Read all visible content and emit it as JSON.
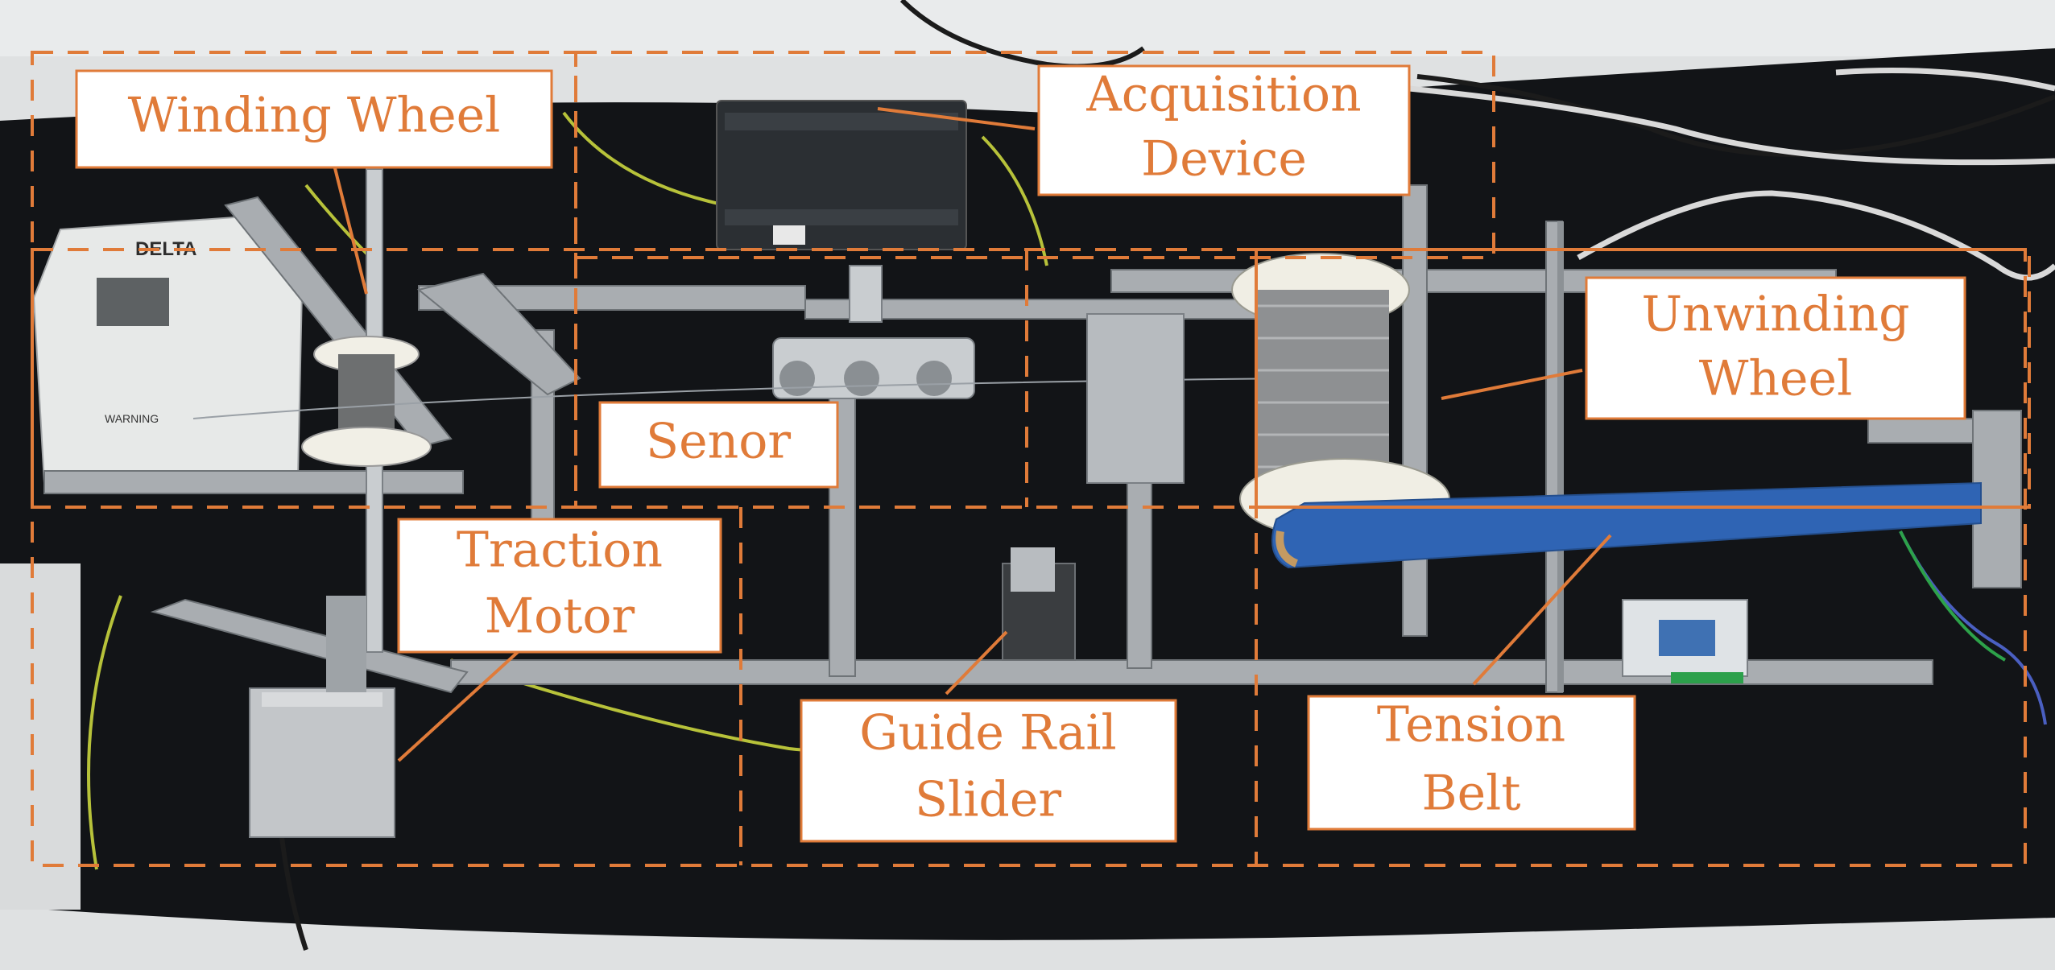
{
  "figure": {
    "labels": {
      "winding_wheel": "Winding Wheel",
      "acquisition_line1": "Acquisition",
      "acquisition_line2": "Device",
      "unwinding_line1": "Unwinding",
      "unwinding_line2": "Wheel",
      "senor": "Senor",
      "traction_line1": "Traction",
      "traction_line2": "Motor",
      "guide_line1": "Guide Rail",
      "guide_line2": "Slider",
      "tension_line1": "Tension",
      "tension_line2": "Belt"
    },
    "device_text": {
      "inverter_brand": "DELTA",
      "inverter_warning": "WARNING"
    },
    "colors": {
      "annotation": "#e07b39",
      "tabletop": "#121417",
      "floor": "#dfe1e2",
      "belt": "#2f64b4"
    }
  }
}
